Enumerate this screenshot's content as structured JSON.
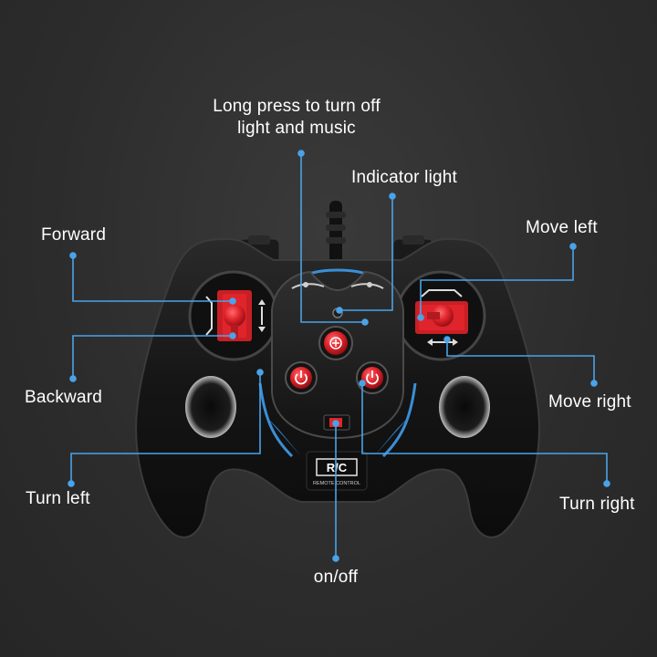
{
  "labels": {
    "long_press": "Long press to turn off\nlight and music",
    "indicator": "Indicator light",
    "forward": "Forward",
    "backward": "Backward",
    "move_left": "Move left",
    "move_right": "Move right",
    "turn_left": "Turn left",
    "turn_right": "Turn right",
    "on_off": "on/off"
  },
  "badge": {
    "brand": "R/C",
    "sub": "REMOTE CONTROL"
  },
  "colors": {
    "background": "#2c2c2c",
    "leader_line": "#4aa3e8",
    "button_red": "#e0242c",
    "body_black": "#151515",
    "text": "#ffffff"
  },
  "icons": [
    "power-icon",
    "music-icon",
    "arrow-up-down-icon",
    "arrow-left-right-icon"
  ]
}
